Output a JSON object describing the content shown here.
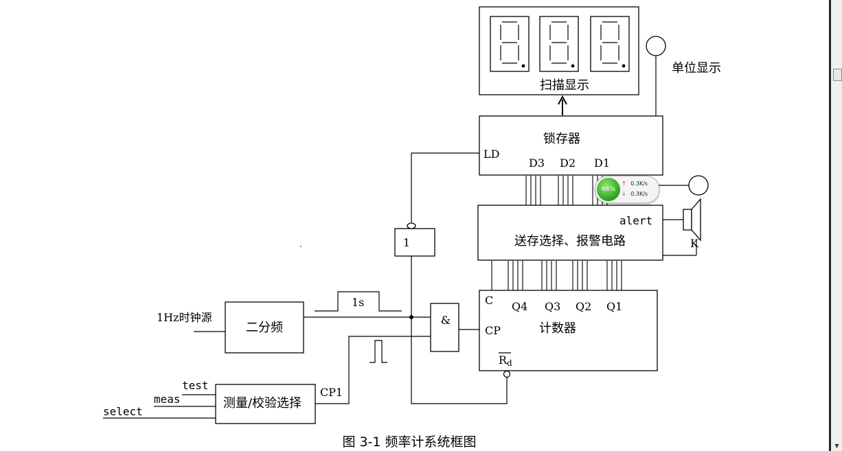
{
  "blocks": {
    "display": "扫描显示",
    "latch": "锁存器",
    "alarm": "送存选择、报警电路",
    "counter": "计数器",
    "divider": "二分频",
    "select": "测量/校验选择",
    "inverter": "1",
    "and_gate": "&"
  },
  "labels": {
    "unit_display": "单位显示",
    "ld": "LD",
    "d3": "D3",
    "d2": "D2",
    "d1": "D1",
    "alert": "alert",
    "k": "K",
    "c": "C",
    "q4": "Q4",
    "q3": "Q3",
    "q2": "Q2",
    "q1": "Q1",
    "cp": "CP",
    "rd_main": "R",
    "rd_sub": "d",
    "clock_source": "1Hz时钟源",
    "one_second": "1s",
    "test": "test",
    "meas": "meas",
    "select": "select",
    "cp1": "CP1"
  },
  "caption": "图 3-1 频率计系统框图",
  "net_widget": {
    "percent": "66%",
    "up": "0.3K/s",
    "down": "0.3K/s",
    "up_icon": "up-arrow-icon",
    "down_icon": "down-arrow-icon"
  }
}
